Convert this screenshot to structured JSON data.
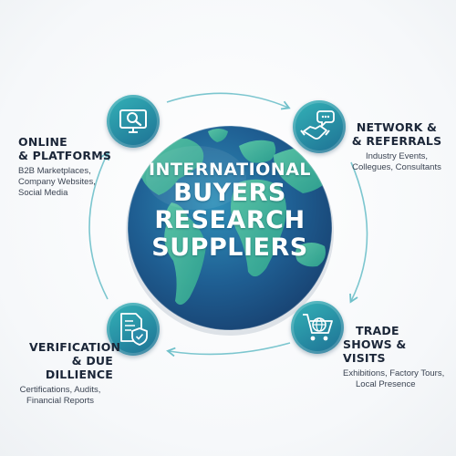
{
  "colors": {
    "teal": "#34b3b8",
    "blue": "#1d6f93",
    "arrow": "#7cc6cf",
    "text": "#1b2638"
  },
  "center": {
    "line1": "INTERNATIONAL",
    "line2": "BUYERS",
    "line3": "RESEARCH",
    "line4": "SUPPLIERS"
  },
  "nodes": {
    "online": {
      "icon": "monitor-search-icon",
      "title1": "ONLINE",
      "title2": "& PLATFORMS",
      "desc1": "B2B Marketplaces,",
      "desc2": "Company Websites,",
      "desc3": "Social Media"
    },
    "network": {
      "icon": "handshake-chat-icon",
      "title1": "NETWORK &",
      "title2": "& REFERRALS",
      "desc1": "Industry Events,",
      "desc2": "Collegues, Consultants"
    },
    "trade": {
      "icon": "globe-cart-icon",
      "title1": "TRADE",
      "title2": "SHOWS & VISITS",
      "desc1": "Exhibitions, Factory Tours,",
      "desc2": "Local Presence"
    },
    "verification": {
      "icon": "document-shield-icon",
      "title1": "VERIFICATION",
      "title2": "& DUE DILLIENCE",
      "desc1": "Certifications, Audits,",
      "desc2": "Financial Reports"
    }
  }
}
